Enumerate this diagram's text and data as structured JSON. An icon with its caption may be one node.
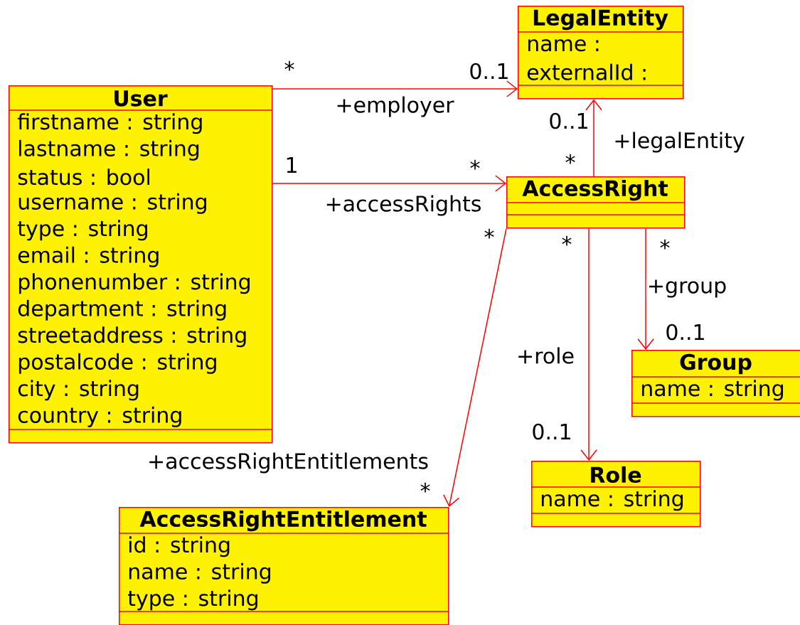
{
  "diagram": {
    "nodes": [
      {
        "text": [
          "LegalEntity",
          "name :",
          "externalId :"
        ]
      },
      {
        "text": [
          "User",
          "firstname : string",
          "lastname : string",
          "status : bool",
          "username : string",
          "type : string",
          "email : string",
          "phonenumber : string",
          "department : string",
          "streetaddress : string",
          "postalcode : string",
          "city : string",
          "country : string"
        ]
      },
      {
        "text": [
          "AccessRight"
        ]
      },
      {
        "text": [
          "Group",
          "name : string"
        ]
      },
      {
        "text": [
          "Role",
          "name : string"
        ]
      },
      {
        "text": [
          "AccessRightEntitlement",
          "id : string",
          "name : string",
          "type : string"
        ]
      }
    ],
    "edges": [
      {
        "from": 1,
        "to": 0,
        "arrow": "to",
        "label": "+employer"
      },
      {
        "from": 1,
        "to": 2,
        "arrow": "to",
        "label": "+accessRights"
      },
      {
        "from": 2,
        "to": 0,
        "arrow": "to",
        "label": "+legalEntity"
      },
      {
        "from": 2,
        "to": 3,
        "arrow": "to",
        "label": "+group"
      },
      {
        "from": 2,
        "to": 4,
        "arrow": "to",
        "label": "+role"
      },
      {
        "from": 2,
        "to": 5,
        "arrow": "to",
        "label": "+accessRightEntitlements"
      }
    ],
    "labels": [
      "*",
      "0..1",
      "0..1",
      "1",
      "*",
      "*",
      "*",
      "*",
      "*",
      "0..1",
      "0..1",
      "*"
    ]
  }
}
